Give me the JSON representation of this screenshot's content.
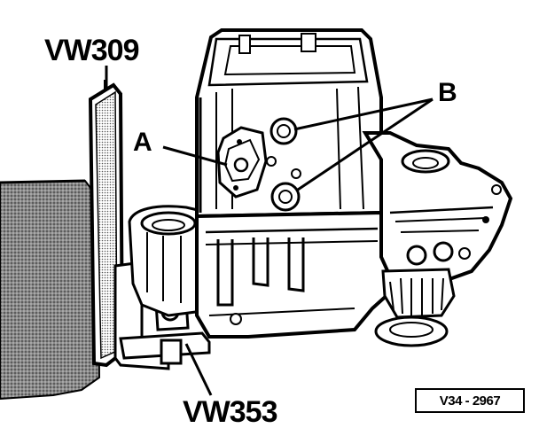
{
  "labels": {
    "tool_top": "VW309",
    "tool_bottom": "VW353",
    "point_a": "A",
    "point_b": "B"
  },
  "figure_ref": "V34 - 2967"
}
